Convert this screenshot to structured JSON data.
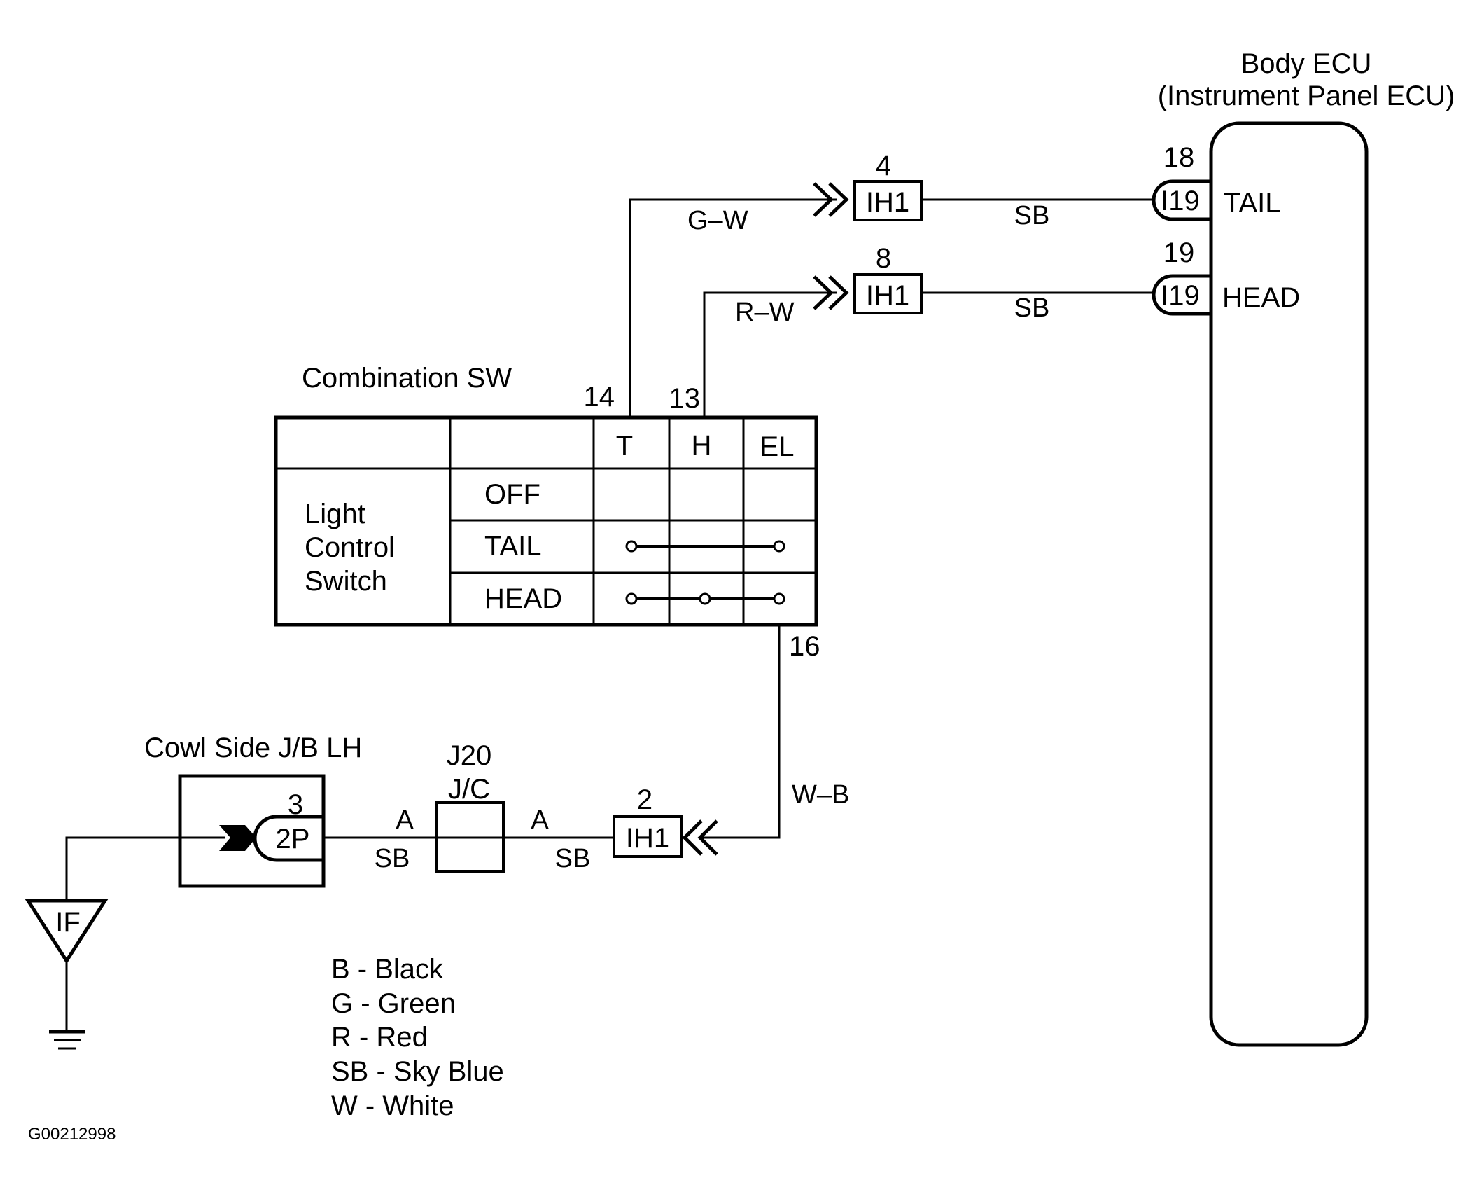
{
  "diagram": {
    "code": "G00212998",
    "body_ecu": {
      "title_line1": "Body ECU",
      "title_line2": "(Instrument Panel ECU)",
      "terminals": [
        {
          "pin": "18",
          "connector": "I19",
          "label": "TAIL"
        },
        {
          "pin": "19",
          "connector": "I19",
          "label": "HEAD"
        }
      ]
    },
    "inline_connectors": [
      {
        "pin": "4",
        "connector": "IH1",
        "wire_in": "G–W",
        "wire_out": "SB"
      },
      {
        "pin": "8",
        "connector": "IH1",
        "wire_in": "R–W",
        "wire_out": "SB"
      },
      {
        "pin": "2",
        "connector": "IH1",
        "wire_in": "W–B",
        "wire_out": "SB"
      }
    ],
    "combination_sw": {
      "title": "Combination SW",
      "pins": {
        "T": "14",
        "H": "13",
        "EL": "16"
      },
      "switch_label_lines": [
        "Light",
        "Control",
        "Switch"
      ],
      "columns": [
        "T",
        "H",
        "EL"
      ],
      "positions": [
        {
          "name": "OFF",
          "connected": []
        },
        {
          "name": "TAIL",
          "connected": [
            "T",
            "EL"
          ]
        },
        {
          "name": "HEAD",
          "connected": [
            "T",
            "H",
            "EL"
          ]
        }
      ]
    },
    "junction_connector": {
      "id": "J20",
      "type": "J/C",
      "left_label": "A",
      "left_wire": "SB",
      "right_label": "A",
      "right_wire": "SB"
    },
    "cowl_side_jb": {
      "title": "Cowl Side J/B LH",
      "pin": "3",
      "connector": "2P"
    },
    "ground": {
      "label": "IF"
    },
    "legend": [
      "B - Black",
      "G - Green",
      "R - Red",
      "SB - Sky Blue",
      "W - White"
    ]
  }
}
